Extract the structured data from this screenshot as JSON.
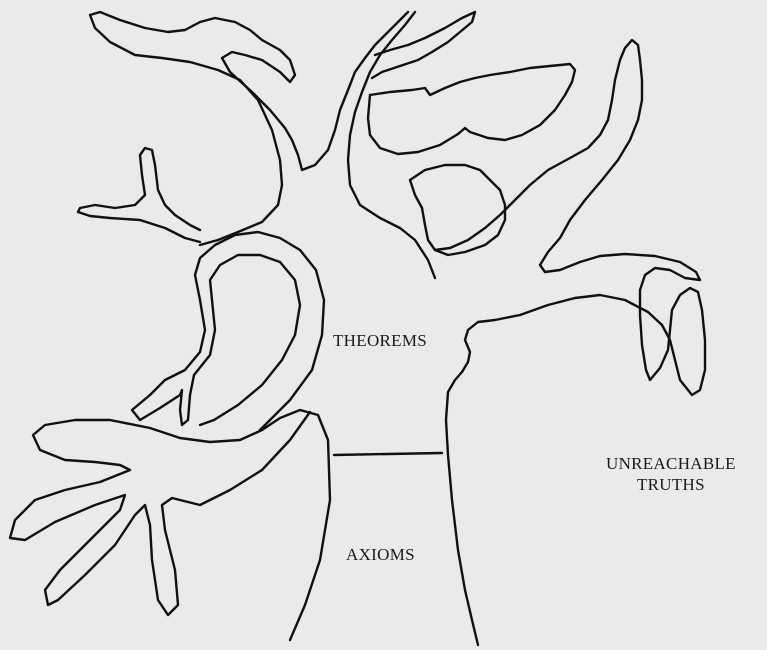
{
  "diagram": {
    "labels": {
      "theorems": "THEOREMS",
      "axioms": "AXIOMS",
      "unreachable_line1": "UNREACHABLE",
      "unreachable_line2": "TRUTHS"
    },
    "colors": {
      "background": "#eaeaea",
      "stroke": "#111111"
    }
  }
}
